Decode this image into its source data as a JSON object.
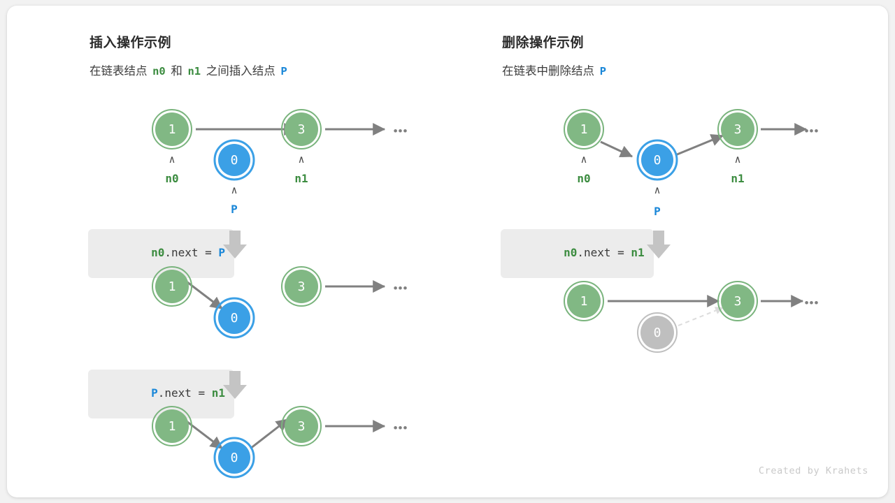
{
  "theme": {
    "node_green_fill": "#81b884",
    "node_green_ring": "#7ab47d",
    "node_blue_fill": "#3ba0e6",
    "node_blue_ring": "#3ba0e6",
    "node_gray_fill": "#bfbfbf",
    "node_gray_ring": "#bfbfbf",
    "arrow_gray": "#808080",
    "dashed_gray": "#d8d8d8",
    "code_bg": "#ececec",
    "label_green": "#3c8c40",
    "label_blue": "#1a87d8",
    "card_bg": "#ffffff",
    "page_bg": "#f2f2f2"
  },
  "left_panel": {
    "title": "插入操作示例",
    "subtitle": {
      "part1": "在链表结点",
      "ref1": "n0",
      "part2": "和",
      "ref2": "n1",
      "part3": "之间插入结点",
      "ref3": "P"
    },
    "steps": [
      {
        "code": {
          "target": "n0",
          "middle": ".next = ",
          "value": "P",
          "target_color": "green",
          "value_color": "blue"
        }
      },
      {
        "code": {
          "target": "P",
          "middle": ".next = ",
          "value": "n1",
          "target_color": "blue",
          "value_color": "green"
        }
      }
    ],
    "rows": [
      {
        "name": "initial-state",
        "nodes": [
          {
            "value": "1",
            "color": "green",
            "label": "n0",
            "label_color": "green",
            "caret": true
          },
          {
            "value": "0",
            "color": "blue",
            "label": "P",
            "label_color": "blue",
            "caret": true
          },
          {
            "value": "3",
            "color": "green",
            "label": "n1",
            "label_color": "green",
            "caret": true
          }
        ],
        "ellipsis": "•••"
      },
      {
        "name": "after-n0-next-p",
        "nodes": [
          {
            "value": "1",
            "color": "green"
          },
          {
            "value": "0",
            "color": "blue"
          },
          {
            "value": "3",
            "color": "green"
          }
        ],
        "ellipsis": "•••"
      },
      {
        "name": "after-p-next-n1",
        "nodes": [
          {
            "value": "1",
            "color": "green"
          },
          {
            "value": "0",
            "color": "blue"
          },
          {
            "value": "3",
            "color": "green"
          }
        ],
        "ellipsis": "•••"
      }
    ]
  },
  "right_panel": {
    "title": "删除操作示例",
    "subtitle": {
      "part1": "在链表中删除结点",
      "ref1": "P"
    },
    "steps": [
      {
        "code": {
          "target": "n0",
          "middle": ".next = ",
          "value": "n1",
          "target_color": "green",
          "value_color": "green"
        }
      }
    ],
    "rows": [
      {
        "name": "initial-state",
        "nodes": [
          {
            "value": "1",
            "color": "green",
            "label": "n0",
            "label_color": "green",
            "caret": true
          },
          {
            "value": "0",
            "color": "blue",
            "label": "P",
            "label_color": "blue",
            "caret": true
          },
          {
            "value": "3",
            "color": "green",
            "label": "n1",
            "label_color": "green",
            "caret": true
          }
        ],
        "ellipsis": "•••"
      },
      {
        "name": "after-delete",
        "nodes": [
          {
            "value": "1",
            "color": "green"
          },
          {
            "value": "0",
            "color": "gray"
          },
          {
            "value": "3",
            "color": "green"
          }
        ],
        "ellipsis": "•••"
      }
    ]
  },
  "footer": {
    "credit": "Created by Krahets"
  }
}
